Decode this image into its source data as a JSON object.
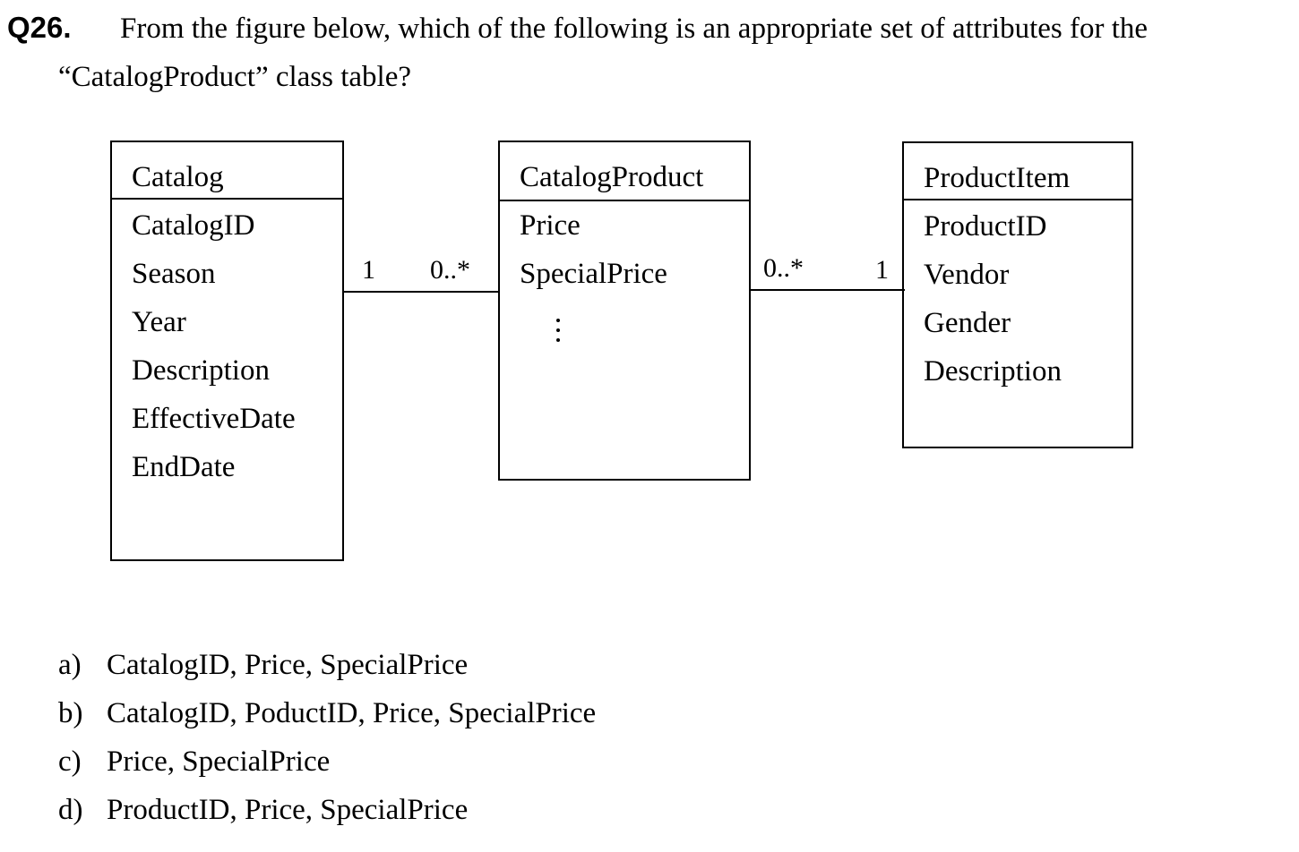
{
  "question": {
    "number": "Q26.",
    "text_line1": "From the figure below, which of the following is an appropriate set of attributes for the",
    "text_line2": "“CatalogProduct” class table?"
  },
  "diagram": {
    "classes": [
      {
        "name": "Catalog",
        "attributes": [
          "CatalogID",
          "Season",
          "Year",
          "Description",
          "EffectiveDate",
          "EndDate"
        ]
      },
      {
        "name": "CatalogProduct",
        "attributes": [
          "Price",
          "SpecialPrice"
        ],
        "continuation": "⋮"
      },
      {
        "name": "ProductItem",
        "attributes": [
          "ProductID",
          "Vendor",
          "Gender",
          "Description"
        ]
      }
    ],
    "associations": [
      {
        "from": "Catalog",
        "to": "CatalogProduct",
        "from_multiplicity": "1",
        "to_multiplicity": "0..*"
      },
      {
        "from": "CatalogProduct",
        "to": "ProductItem",
        "from_multiplicity": "0..*",
        "to_multiplicity": "1"
      }
    ]
  },
  "options": [
    {
      "letter": "a)",
      "text": "CatalogID, Price, SpecialPrice"
    },
    {
      "letter": "b)",
      "text": "CatalogID, PoductID, Price, SpecialPrice"
    },
    {
      "letter": "c)",
      "text": "Price, SpecialPrice"
    },
    {
      "letter": "d)",
      "text": "ProductID, Price, SpecialPrice"
    }
  ]
}
